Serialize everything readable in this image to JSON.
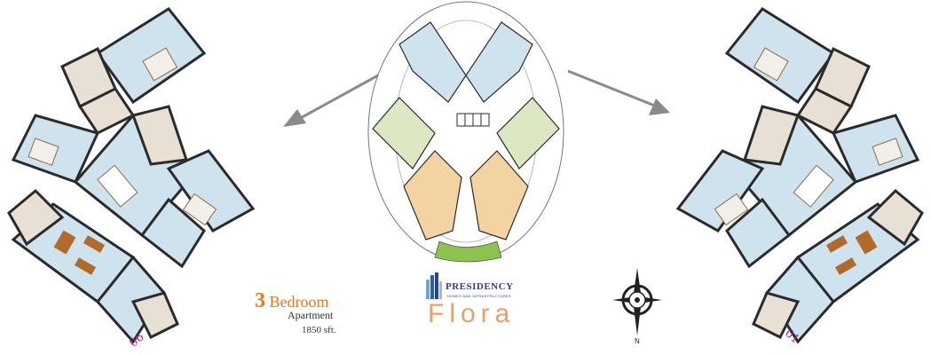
{
  "unit_codes": {
    "left": "06",
    "right": "01"
  },
  "bedroom": {
    "number": "3",
    "word": "Bedroom",
    "type": "Apartment",
    "area": "1850 sft."
  },
  "brand": {
    "name": "PRESIDENCY",
    "tagline": "HOMES AND INFRASTRUCTURES",
    "project": "Flora"
  },
  "compass": {
    "north_label": "N"
  },
  "colors": {
    "room_blue": "#cfe3ef",
    "room_green": "#dbe8c2",
    "room_orange": "#f4d3a3",
    "balcony": "#e8e0d4",
    "wall": "#2b2b2b",
    "accent_orange": "#e07a1a",
    "arrow_gray": "#8a8a8a"
  }
}
